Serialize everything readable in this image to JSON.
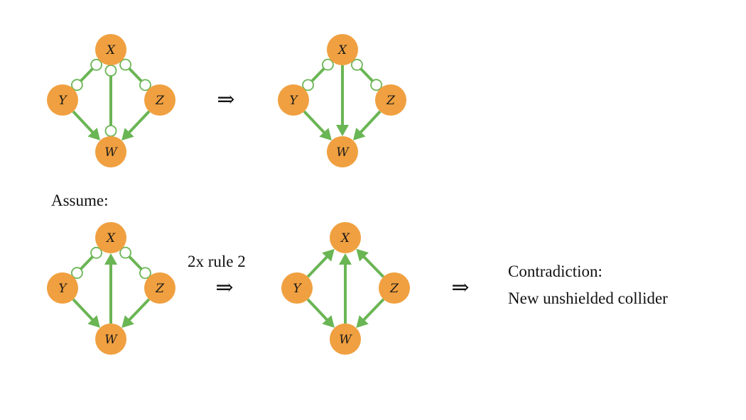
{
  "colors": {
    "node": "#f0a040",
    "edge": "#6ab554",
    "text": "#111111",
    "background": "#ffffff"
  },
  "implies_symbol": "⇒",
  "labels": {
    "assume": "Assume:",
    "rule": "2x rule 2",
    "contradiction_line1": "Contradiction:",
    "contradiction_line2": "New unshielded collider"
  },
  "graphs": [
    {
      "id": "g1",
      "nodes": {
        "X": "X",
        "Y": "Y",
        "Z": "Z",
        "W": "W"
      },
      "edges": [
        {
          "from": "X",
          "to": "Y",
          "from_mark": "circle",
          "to_mark": "circle"
        },
        {
          "from": "X",
          "to": "Z",
          "from_mark": "circle",
          "to_mark": "circle"
        },
        {
          "from": "X",
          "to": "W",
          "from_mark": "circle",
          "to_mark": "circle"
        },
        {
          "from": "Y",
          "to": "W",
          "from_mark": "none",
          "to_mark": "arrow"
        },
        {
          "from": "Z",
          "to": "W",
          "from_mark": "none",
          "to_mark": "arrow"
        }
      ]
    },
    {
      "id": "g2",
      "nodes": {
        "X": "X",
        "Y": "Y",
        "Z": "Z",
        "W": "W"
      },
      "edges": [
        {
          "from": "X",
          "to": "Y",
          "from_mark": "circle",
          "to_mark": "circle"
        },
        {
          "from": "X",
          "to": "Z",
          "from_mark": "circle",
          "to_mark": "circle"
        },
        {
          "from": "X",
          "to": "W",
          "from_mark": "none",
          "to_mark": "arrow"
        },
        {
          "from": "Y",
          "to": "W",
          "from_mark": "none",
          "to_mark": "arrow"
        },
        {
          "from": "Z",
          "to": "W",
          "from_mark": "none",
          "to_mark": "arrow"
        }
      ]
    },
    {
      "id": "g3",
      "nodes": {
        "X": "X",
        "Y": "Y",
        "Z": "Z",
        "W": "W"
      },
      "edges": [
        {
          "from": "X",
          "to": "Y",
          "from_mark": "circle",
          "to_mark": "circle"
        },
        {
          "from": "X",
          "to": "Z",
          "from_mark": "circle",
          "to_mark": "circle"
        },
        {
          "from": "W",
          "to": "X",
          "from_mark": "none",
          "to_mark": "arrow"
        },
        {
          "from": "Y",
          "to": "W",
          "from_mark": "none",
          "to_mark": "arrow"
        },
        {
          "from": "Z",
          "to": "W",
          "from_mark": "none",
          "to_mark": "arrow"
        }
      ]
    },
    {
      "id": "g4",
      "nodes": {
        "X": "X",
        "Y": "Y",
        "Z": "Z",
        "W": "W"
      },
      "edges": [
        {
          "from": "Y",
          "to": "X",
          "from_mark": "none",
          "to_mark": "arrow"
        },
        {
          "from": "Z",
          "to": "X",
          "from_mark": "none",
          "to_mark": "arrow"
        },
        {
          "from": "W",
          "to": "X",
          "from_mark": "none",
          "to_mark": "arrow"
        },
        {
          "from": "Y",
          "to": "W",
          "from_mark": "none",
          "to_mark": "arrow"
        },
        {
          "from": "Z",
          "to": "W",
          "from_mark": "none",
          "to_mark": "arrow"
        }
      ]
    }
  ]
}
